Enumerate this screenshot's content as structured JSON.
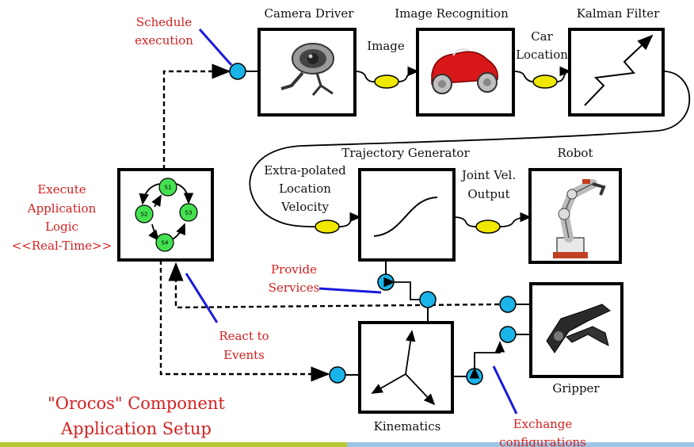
{
  "components": {
    "camera": "Camera Driver",
    "recognition": "Image Recognition",
    "kalman": "Kalman Filter",
    "trajectory": "Trajectory Generator",
    "robot": "Robot",
    "gripper": "Gripper",
    "kinematics": "Kinematics"
  },
  "data_labels": {
    "image": "Image",
    "car_location": [
      "Car",
      "Location"
    ],
    "extrapolated": [
      "Extra-polated",
      "Location",
      "Velocity"
    ],
    "joint_vel": [
      "Joint Vel.",
      "Output"
    ]
  },
  "annotations": {
    "schedule": [
      "Schedule",
      "execution"
    ],
    "execute": [
      "Execute",
      "Application",
      "Logic",
      "<<Real-Time>>"
    ],
    "provide": [
      "Provide",
      "Services"
    ],
    "react": [
      "React to",
      "Events"
    ],
    "exchange": [
      "Exchange",
      "configurations"
    ],
    "title": [
      "\"Orocos\" Component",
      "Application Setup"
    ]
  },
  "states": [
    "S1",
    "S2",
    "S3",
    "S4"
  ],
  "colors": {
    "annotation": "#d42020",
    "pointer": "#1a1adb",
    "port": "#1ab4e8",
    "data": "#f0e800",
    "state": "#44e050"
  }
}
